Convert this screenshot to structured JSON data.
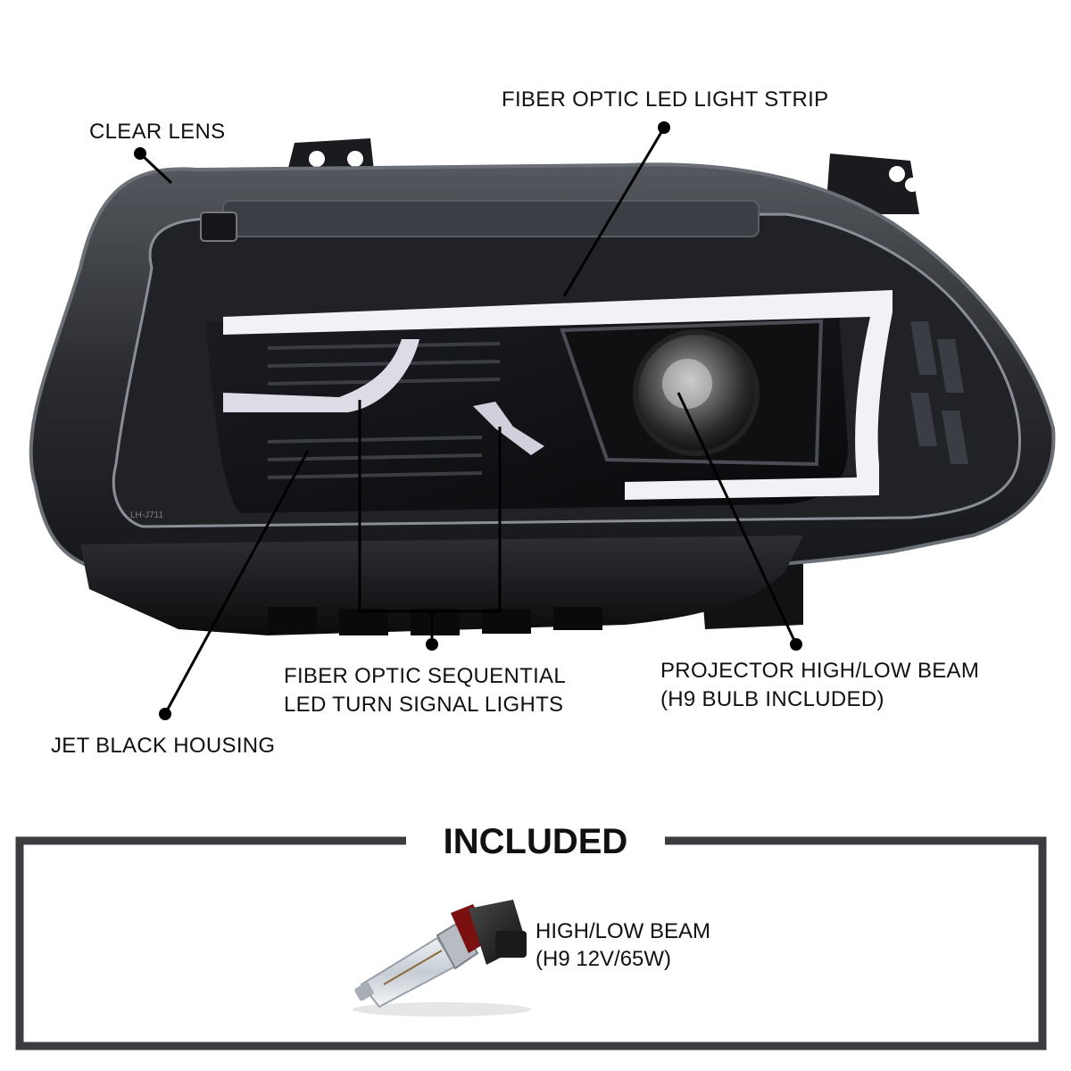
{
  "callouts": {
    "clear_lens": "CLEAR LENS",
    "fiber_optic_strip": "FIBER OPTIC LED LIGHT STRIP",
    "turn_signal": [
      "FIBER OPTIC SEQUENTIAL",
      "LED TURN SIGNAL LIGHTS"
    ],
    "projector": [
      "PROJECTOR HIGH/LOW BEAM",
      "(H9 BULB INCLUDED)"
    ],
    "housing": "JET BLACK HOUSING",
    "lens_markings": "LH-J711"
  },
  "included": {
    "title": "INCLUDED",
    "item_caption": [
      "HIGH/LOW BEAM",
      "(H9 12V/65W)"
    ]
  },
  "colors": {
    "background": "#ffffff",
    "housing": "#111214",
    "frame": "#3a3d42",
    "text": "#111111",
    "drl": "#f2f2f6"
  },
  "icons": [
    "headlight-assembly-image",
    "h9-bulb-image",
    "callout-dot-icon"
  ]
}
